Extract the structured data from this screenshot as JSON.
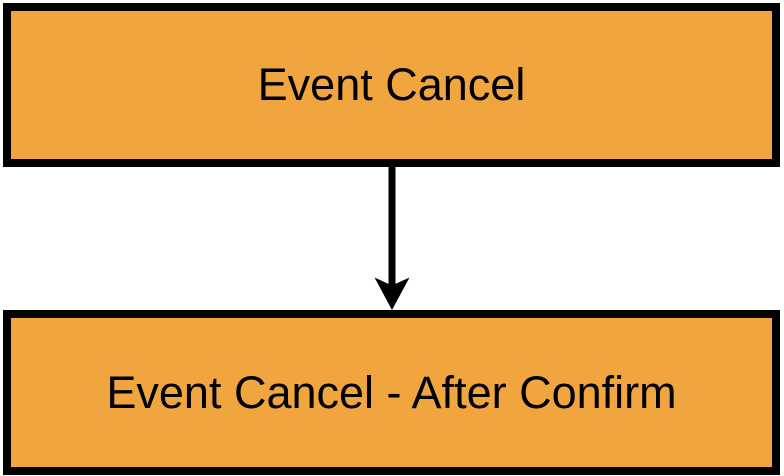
{
  "colors": {
    "canvas-bg": "#ffffff",
    "node-fill": "#f0a53e",
    "node-stroke": "#000000",
    "node-text": "#000000",
    "connector": "#000000"
  },
  "diagram": {
    "type": "flowchart",
    "nodes": [
      {
        "id": "event-cancel",
        "label": "Event Cancel"
      },
      {
        "id": "event-cancel-after-confirm",
        "label": "Event Cancel - After Confirm"
      }
    ],
    "connectors": [
      {
        "from": "event-cancel",
        "to": "event-cancel-after-confirm",
        "direction": "down",
        "arrowhead": "classic"
      }
    ]
  }
}
